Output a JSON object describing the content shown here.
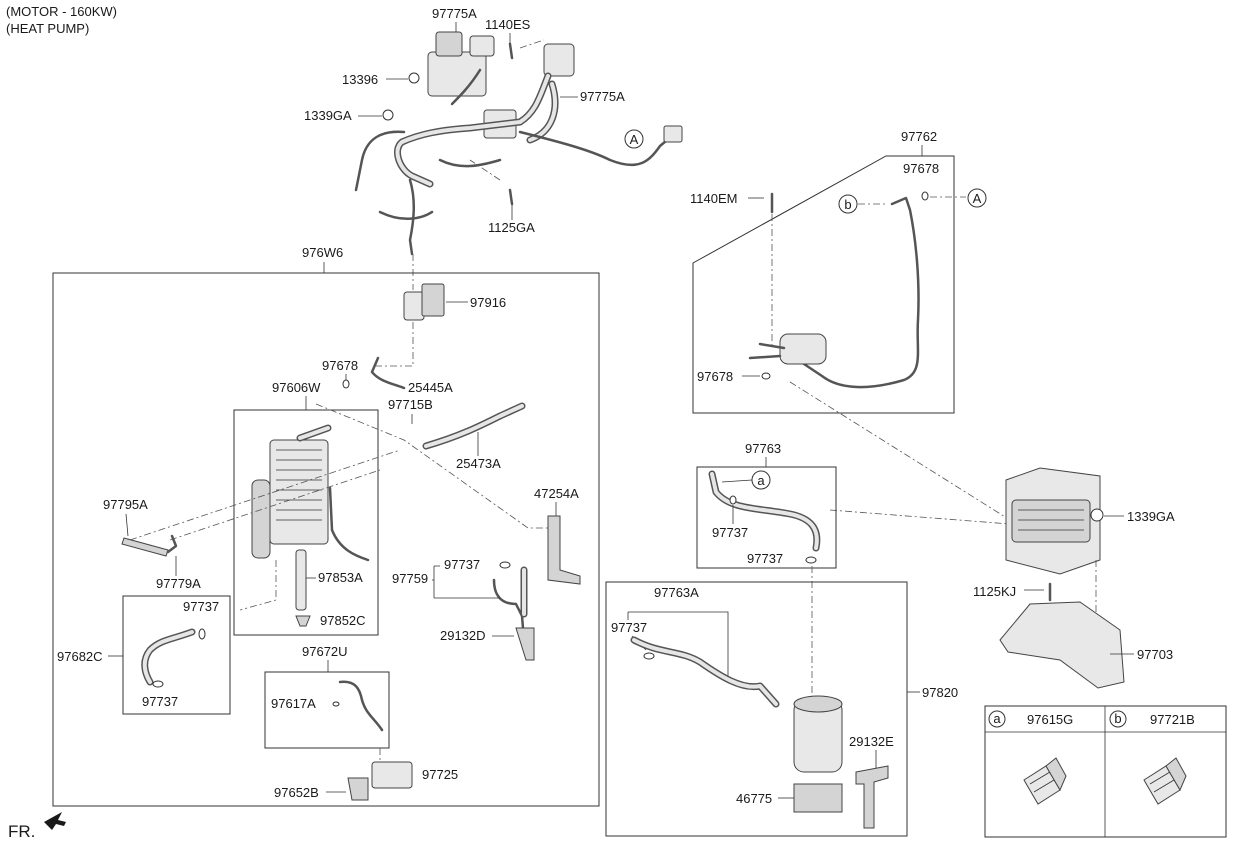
{
  "header": {
    "line1": "(MOTOR - 160KW)",
    "line2": "(HEAT PUMP)"
  },
  "direction_label": "FR.",
  "callouts": {
    "A": "A",
    "a": "a",
    "b": "b"
  },
  "part_labels": {
    "p97775A_top": "97775A",
    "p1140ES": "1140ES",
    "p13396": "13396",
    "p97775A_right": "97775A",
    "p1339GA_top": "1339GA",
    "p1125GA": "1125GA",
    "p976W6": "976W6",
    "p97916": "97916",
    "p97678_mid": "97678",
    "p25445A": "25445A",
    "p97606W": "97606W",
    "p97715B": "97715B",
    "p25473A": "25473A",
    "p47254A": "47254A",
    "p97795A": "97795A",
    "p97779A": "97779A",
    "p97853A": "97853A",
    "p97852C": "97852C",
    "p97737_a": "97737",
    "p97759": "97759",
    "p29132D": "29132D",
    "p97737_b": "97737",
    "p97682C": "97682C",
    "p97737_c": "97737",
    "p97672U": "97672U",
    "p97617A": "97617A",
    "p97725": "97725",
    "p97652B": "97652B",
    "p97762": "97762",
    "p97678_top": "97678",
    "p1140EM": "1140EM",
    "p97678_low": "97678",
    "p97763": "97763",
    "p97737_d": "97737",
    "p97737_e": "97737",
    "p1339GA_right": "1339GA",
    "p1125KJ": "1125KJ",
    "p97703": "97703",
    "p97763A": "97763A",
    "p97737_f": "97737",
    "p97820": "97820",
    "p29132E": "29132E",
    "p46775": "46775"
  },
  "legend": {
    "items": [
      {
        "key": "a",
        "part": "97615G"
      },
      {
        "key": "b",
        "part": "97721B"
      }
    ]
  }
}
